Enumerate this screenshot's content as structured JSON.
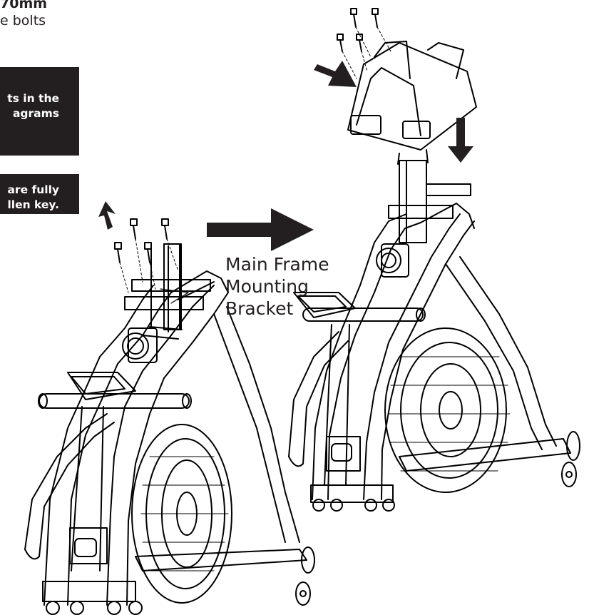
{
  "instructions": {
    "heading_fragment": "70mm",
    "text_fragment": "e bolts"
  },
  "notes": [
    {
      "lines": [
        "ts in the",
        "agrams"
      ]
    },
    {
      "lines": [
        "are fully",
        "llen key."
      ]
    }
  ],
  "callout": {
    "lines": [
      "Main Frame",
      "Mounting",
      "Bracket"
    ]
  },
  "figure": {
    "steps": [
      "before-assembly",
      "after-assembly"
    ],
    "arrow_color": "#231f20",
    "line_color": "#000000"
  }
}
